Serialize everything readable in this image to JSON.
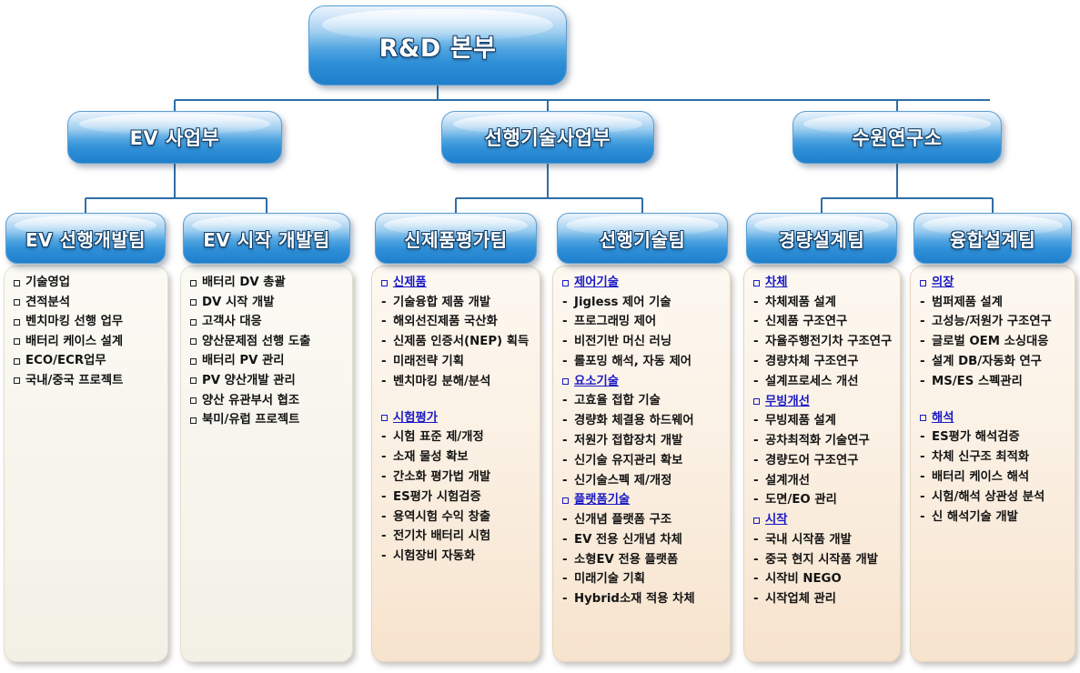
{
  "root": {
    "label": "R&D 본부"
  },
  "divisions": [
    {
      "label": "EV 사업부"
    },
    {
      "label": "선행기술사업부"
    },
    {
      "label": "수원연구소"
    }
  ],
  "teams": [
    {
      "header": "EV 선행개발팀",
      "panel_style": "plain",
      "items": [
        {
          "type": "square",
          "text": "기술영업"
        },
        {
          "type": "square",
          "text": "견적분석"
        },
        {
          "type": "square",
          "text": "벤치마킹 선행 업무"
        },
        {
          "type": "square",
          "text": "배터리 케이스 설계"
        },
        {
          "type": "square",
          "text": "ECO/ECR업무"
        },
        {
          "type": "square",
          "text": "국내/중국 프로젝트"
        }
      ]
    },
    {
      "header": "EV 시작 개발팀",
      "panel_style": "plain",
      "items": [
        {
          "type": "square",
          "text": "배터리  DV 총괄"
        },
        {
          "type": "square",
          "text": "DV 시작 개발"
        },
        {
          "type": "square",
          "text": "고객사 대응"
        },
        {
          "type": "square",
          "text": "양산문제점 선행 도출"
        },
        {
          "type": "square",
          "text": "배터리  PV 관리"
        },
        {
          "type": "square",
          "text": "PV 양산개발 관리"
        },
        {
          "type": "square",
          "text": "양산 유관부서 협조"
        },
        {
          "type": "square",
          "text": "북미/유럽 프로젝트"
        }
      ]
    },
    {
      "header": "신제품평가팀",
      "panel_style": "cream",
      "items": [
        {
          "type": "head",
          "text": "신제품"
        },
        {
          "type": "dash",
          "text": "기술융합 제품 개발"
        },
        {
          "type": "dash",
          "text": "해외선진제품 국산화"
        },
        {
          "type": "dash",
          "text": "신제품 인증서(NEP) 획득"
        },
        {
          "type": "dash",
          "text": "미래전략 기획"
        },
        {
          "type": "dash",
          "text": "벤치마킹 분해/분석"
        },
        {
          "type": "spacer",
          "text": ""
        },
        {
          "type": "head",
          "text": "시험평가"
        },
        {
          "type": "dash",
          "text": "시험 표준 제/개정"
        },
        {
          "type": "dash",
          "text": "소재 물성 확보"
        },
        {
          "type": "dash",
          "text": "간소화 평가법 개발"
        },
        {
          "type": "dash",
          "text": "ES평가 시험검증"
        },
        {
          "type": "dash",
          "text": "용역시험 수익 창출"
        },
        {
          "type": "dash",
          "text": "전기차 배터리 시험"
        },
        {
          "type": "dash",
          "text": "시험장비 자동화"
        }
      ]
    },
    {
      "header": "선행기술팀",
      "panel_style": "cream",
      "items": [
        {
          "type": "head",
          "text": "제어기술"
        },
        {
          "type": "dash",
          "text": "Jigless 제어 기술"
        },
        {
          "type": "dash",
          "text": "프로그래밍 제어"
        },
        {
          "type": "dash",
          "text": "비전기반 머신 러닝"
        },
        {
          "type": "dash",
          "text": "롤포밍 해석, 자동 제어"
        },
        {
          "type": "head",
          "text": "요소기술"
        },
        {
          "type": "dash",
          "text": "고효율 접합 기술"
        },
        {
          "type": "dash",
          "text": "경량화 체결용 하드웨어"
        },
        {
          "type": "dash",
          "text": "저원가 접합장치 개발"
        },
        {
          "type": "dash",
          "text": "신기술 유지관리 확보"
        },
        {
          "type": "dash",
          "text": "신기술스펙 제/개정"
        },
        {
          "type": "head",
          "text": "플랫폼기술"
        },
        {
          "type": "dash",
          "text": "신개념 플랫폼 구조"
        },
        {
          "type": "dash",
          "text": "EV 전용 신개념 차체"
        },
        {
          "type": "dash",
          "text": "소형EV 전용 플랫폼"
        },
        {
          "type": "dash",
          "text": "미래기술 기획"
        },
        {
          "type": "dash",
          "text": "Hybrid소재 적용 차체"
        }
      ]
    },
    {
      "header": "경량설계팀",
      "panel_style": "cream",
      "items": [
        {
          "type": "head",
          "text": "차체"
        },
        {
          "type": "dash",
          "text": "차체제품 설계"
        },
        {
          "type": "dash",
          "text": "신제품 구조연구"
        },
        {
          "type": "dash",
          "text": "자율주행전기차 구조연구"
        },
        {
          "type": "dash",
          "text": "경량차체 구조연구"
        },
        {
          "type": "dash",
          "text": "설계프로세스 개선"
        },
        {
          "type": "head",
          "text": "무빙개선"
        },
        {
          "type": "dash",
          "text": "무빙제품 설계"
        },
        {
          "type": "dash",
          "text": "공차최적화 기술연구"
        },
        {
          "type": "dash",
          "text": "경량도어 구조연구"
        },
        {
          "type": "dash",
          "text": "설계개선"
        },
        {
          "type": "dash",
          "text": "도면/EO 관리"
        },
        {
          "type": "head",
          "text": "시작"
        },
        {
          "type": "dash",
          "text": "국내 시작품 개발"
        },
        {
          "type": "dash",
          "text": "중국 현지 시작품 개발"
        },
        {
          "type": "dash",
          "text": "시작비 NEGO"
        },
        {
          "type": "dash",
          "text": "시작업체 관리"
        }
      ]
    },
    {
      "header": "융합설계팀",
      "panel_style": "cream",
      "items": [
        {
          "type": "head",
          "text": "의장"
        },
        {
          "type": "dash",
          "text": "범퍼제품 설계"
        },
        {
          "type": "dash",
          "text": "고성능/저원가 구조연구"
        },
        {
          "type": "dash",
          "text": "글로벌 OEM 소싱대응"
        },
        {
          "type": "dash",
          "text": "설계 DB/자동화 연구"
        },
        {
          "type": "dash",
          "text": "MS/ES 스펙관리"
        },
        {
          "type": "spacer",
          "text": ""
        },
        {
          "type": "head",
          "text": "해석"
        },
        {
          "type": "dash",
          "text": "ES평가 해석검증"
        },
        {
          "type": "dash",
          "text": "차체 신구조 최적화"
        },
        {
          "type": "dash",
          "text": "배터리 케이스 해석"
        },
        {
          "type": "dash",
          "text": "시험/해석 상관성 분석"
        },
        {
          "type": "dash",
          "text": "신 해석기술 개발"
        }
      ]
    }
  ],
  "colors": {
    "box_blue_dark": "#1f7fcc",
    "box_blue_light": "#cfe5f8",
    "panel_cream": "#f9ead9",
    "panel_plain": "#f7f6ee",
    "heading_blue": "#1a1ac4",
    "connector": "#2f6ea8",
    "text": "#141414"
  },
  "markers": {
    "square": "□",
    "dash": "-"
  }
}
